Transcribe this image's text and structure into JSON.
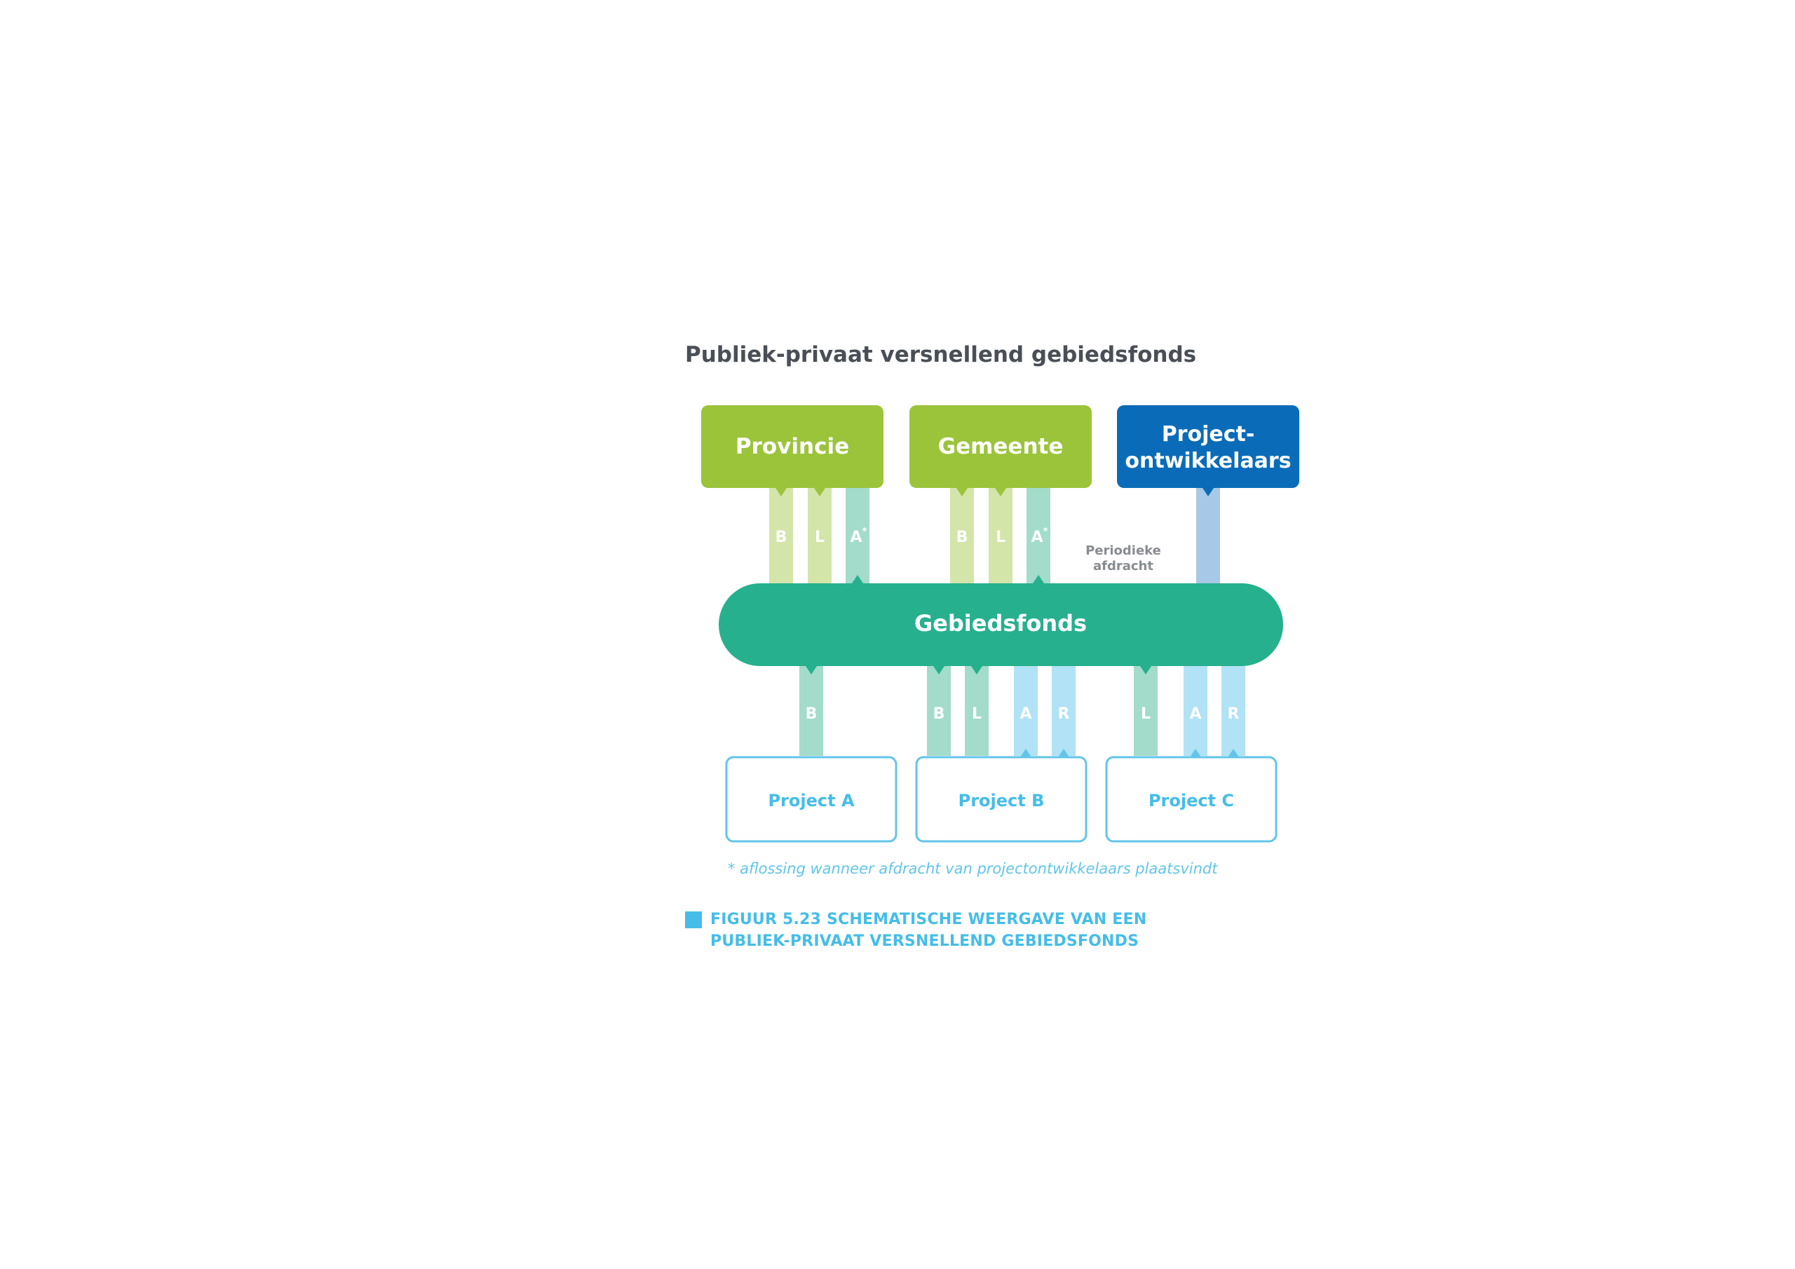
{
  "title": "Publiek-privaat versnellend gebiedsfonds",
  "colors": {
    "green_box": "#9bc43b",
    "blue_box": "#0a6cb8",
    "fund": "#26b08e",
    "light_green_bar": "#d3e5a9",
    "teal_bar": "#a3dcca",
    "light_blue_bar": "#b1e2f5",
    "dev_bar": "#a7c8e6",
    "project_border": "#62c5ea",
    "project_text": "#45bde8",
    "title_text": "#4a4f57",
    "note_text": "#888c91"
  },
  "parties": [
    {
      "name": "Provincie"
    },
    {
      "name": "Gemeente"
    },
    {
      "name_line1": "Project-",
      "name_line2": "ontwikkelaars"
    }
  ],
  "fund": {
    "name": "Gebiedsfonds"
  },
  "periodic_note": {
    "line1": "Periodieke",
    "line2": "afdracht"
  },
  "top_flows": {
    "provincie": [
      {
        "label": "B"
      },
      {
        "label": "L"
      },
      {
        "label": "A",
        "sup": "*"
      }
    ],
    "gemeente": [
      {
        "label": "B"
      },
      {
        "label": "L"
      },
      {
        "label": "A",
        "sup": "*"
      }
    ]
  },
  "bottom_flows": {
    "project_a": [
      {
        "label": "B"
      }
    ],
    "project_b": [
      {
        "label": "B"
      },
      {
        "label": "L"
      },
      {
        "label": "A"
      },
      {
        "label": "R"
      }
    ],
    "project_c": [
      {
        "label": "L"
      },
      {
        "label": "A"
      },
      {
        "label": "R"
      }
    ]
  },
  "projects": [
    {
      "name": "Project A"
    },
    {
      "name": "Project B"
    },
    {
      "name": "Project C"
    }
  ],
  "footnote": "* aflossing wanneer afdracht van projectontwikkelaars plaatsvindt",
  "caption": {
    "line1": "FIGUUR 5.23 SCHEMATISCHE WEERGAVE VAN EEN",
    "line2": "PUBLIEK-PRIVAAT VERSNELLEND GEBIEDSFONDS"
  }
}
